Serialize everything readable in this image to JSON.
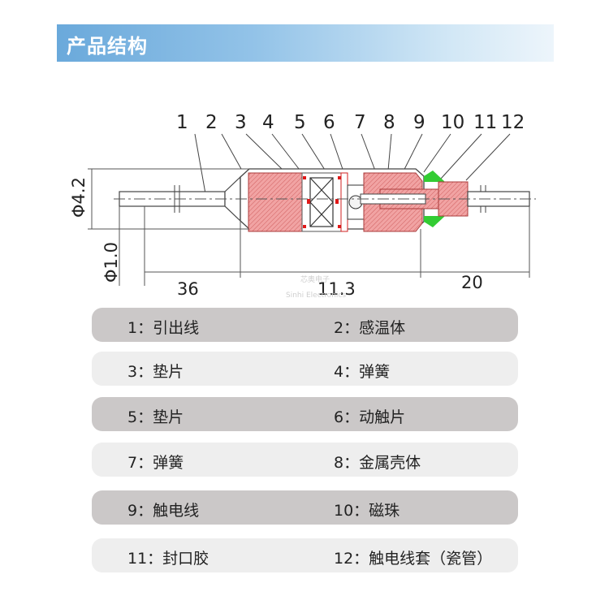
{
  "header": {
    "title": "产品结构"
  },
  "diagram": {
    "callouts": [
      "1",
      "2",
      "3",
      "4",
      "5",
      "6",
      "7",
      "8",
      "9",
      "10",
      "11",
      "12"
    ],
    "dims": {
      "d_body": "Φ4.2",
      "d_lead": "Φ1.0",
      "len_left": "36",
      "len_body": "11.3",
      "len_right": "20"
    },
    "watermark": {
      "line1": "芯奥电子",
      "line2": "Sinhi Electronics"
    },
    "colors": {
      "body_fill": "#f1a3a3",
      "hatch": "#d06060",
      "seal": "#33cc33",
      "contact": "#e01818",
      "line": "#555555"
    }
  },
  "legend": [
    {
      "left": "1：引出线",
      "right": "2：感温体"
    },
    {
      "left": "3：垫片",
      "right": "4：弹簧"
    },
    {
      "left": "5：垫片",
      "right": "6：动触片"
    },
    {
      "left": "7：弹簧",
      "right": "8：金属壳体"
    },
    {
      "left": "9：触电线",
      "right": "10：磁珠"
    },
    {
      "left": "11：封口胶",
      "right": "12：触电线套（瓷管）"
    }
  ]
}
